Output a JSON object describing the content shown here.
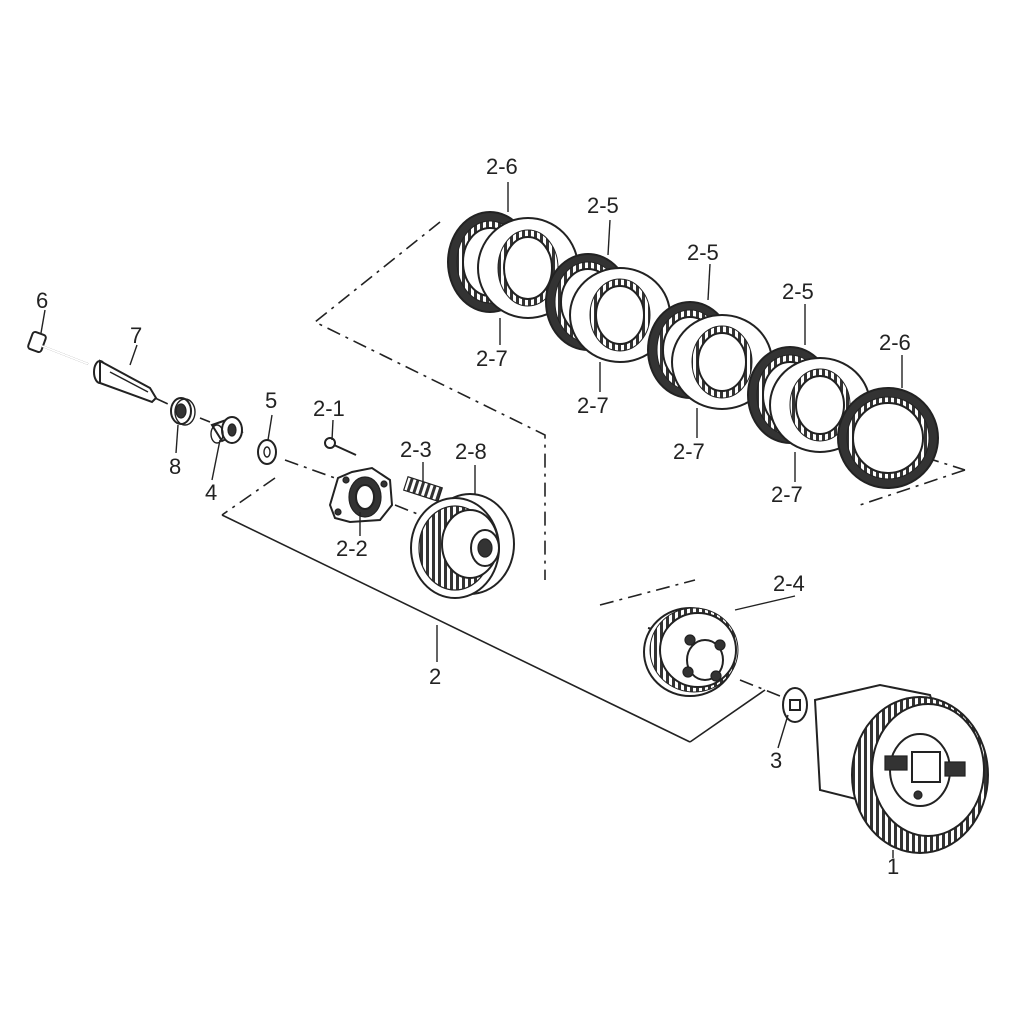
{
  "labels": {
    "p6": "6",
    "p7": "7",
    "p8": "8",
    "p4": "4",
    "p5": "5",
    "p2_1": "2-1",
    "p2_2": "2-2",
    "p2_3": "2-3",
    "p2_8": "2-8",
    "p2": "2",
    "p2_6a": "2-6",
    "p2_5a": "2-5",
    "p2_5b": "2-5",
    "p2_5c": "2-5",
    "p2_6b": "2-6",
    "p2_7a": "2-7",
    "p2_7b": "2-7",
    "p2_7c": "2-7",
    "p2_7d": "2-7",
    "p2_4": "2-4",
    "p3": "3",
    "p1": "1"
  }
}
